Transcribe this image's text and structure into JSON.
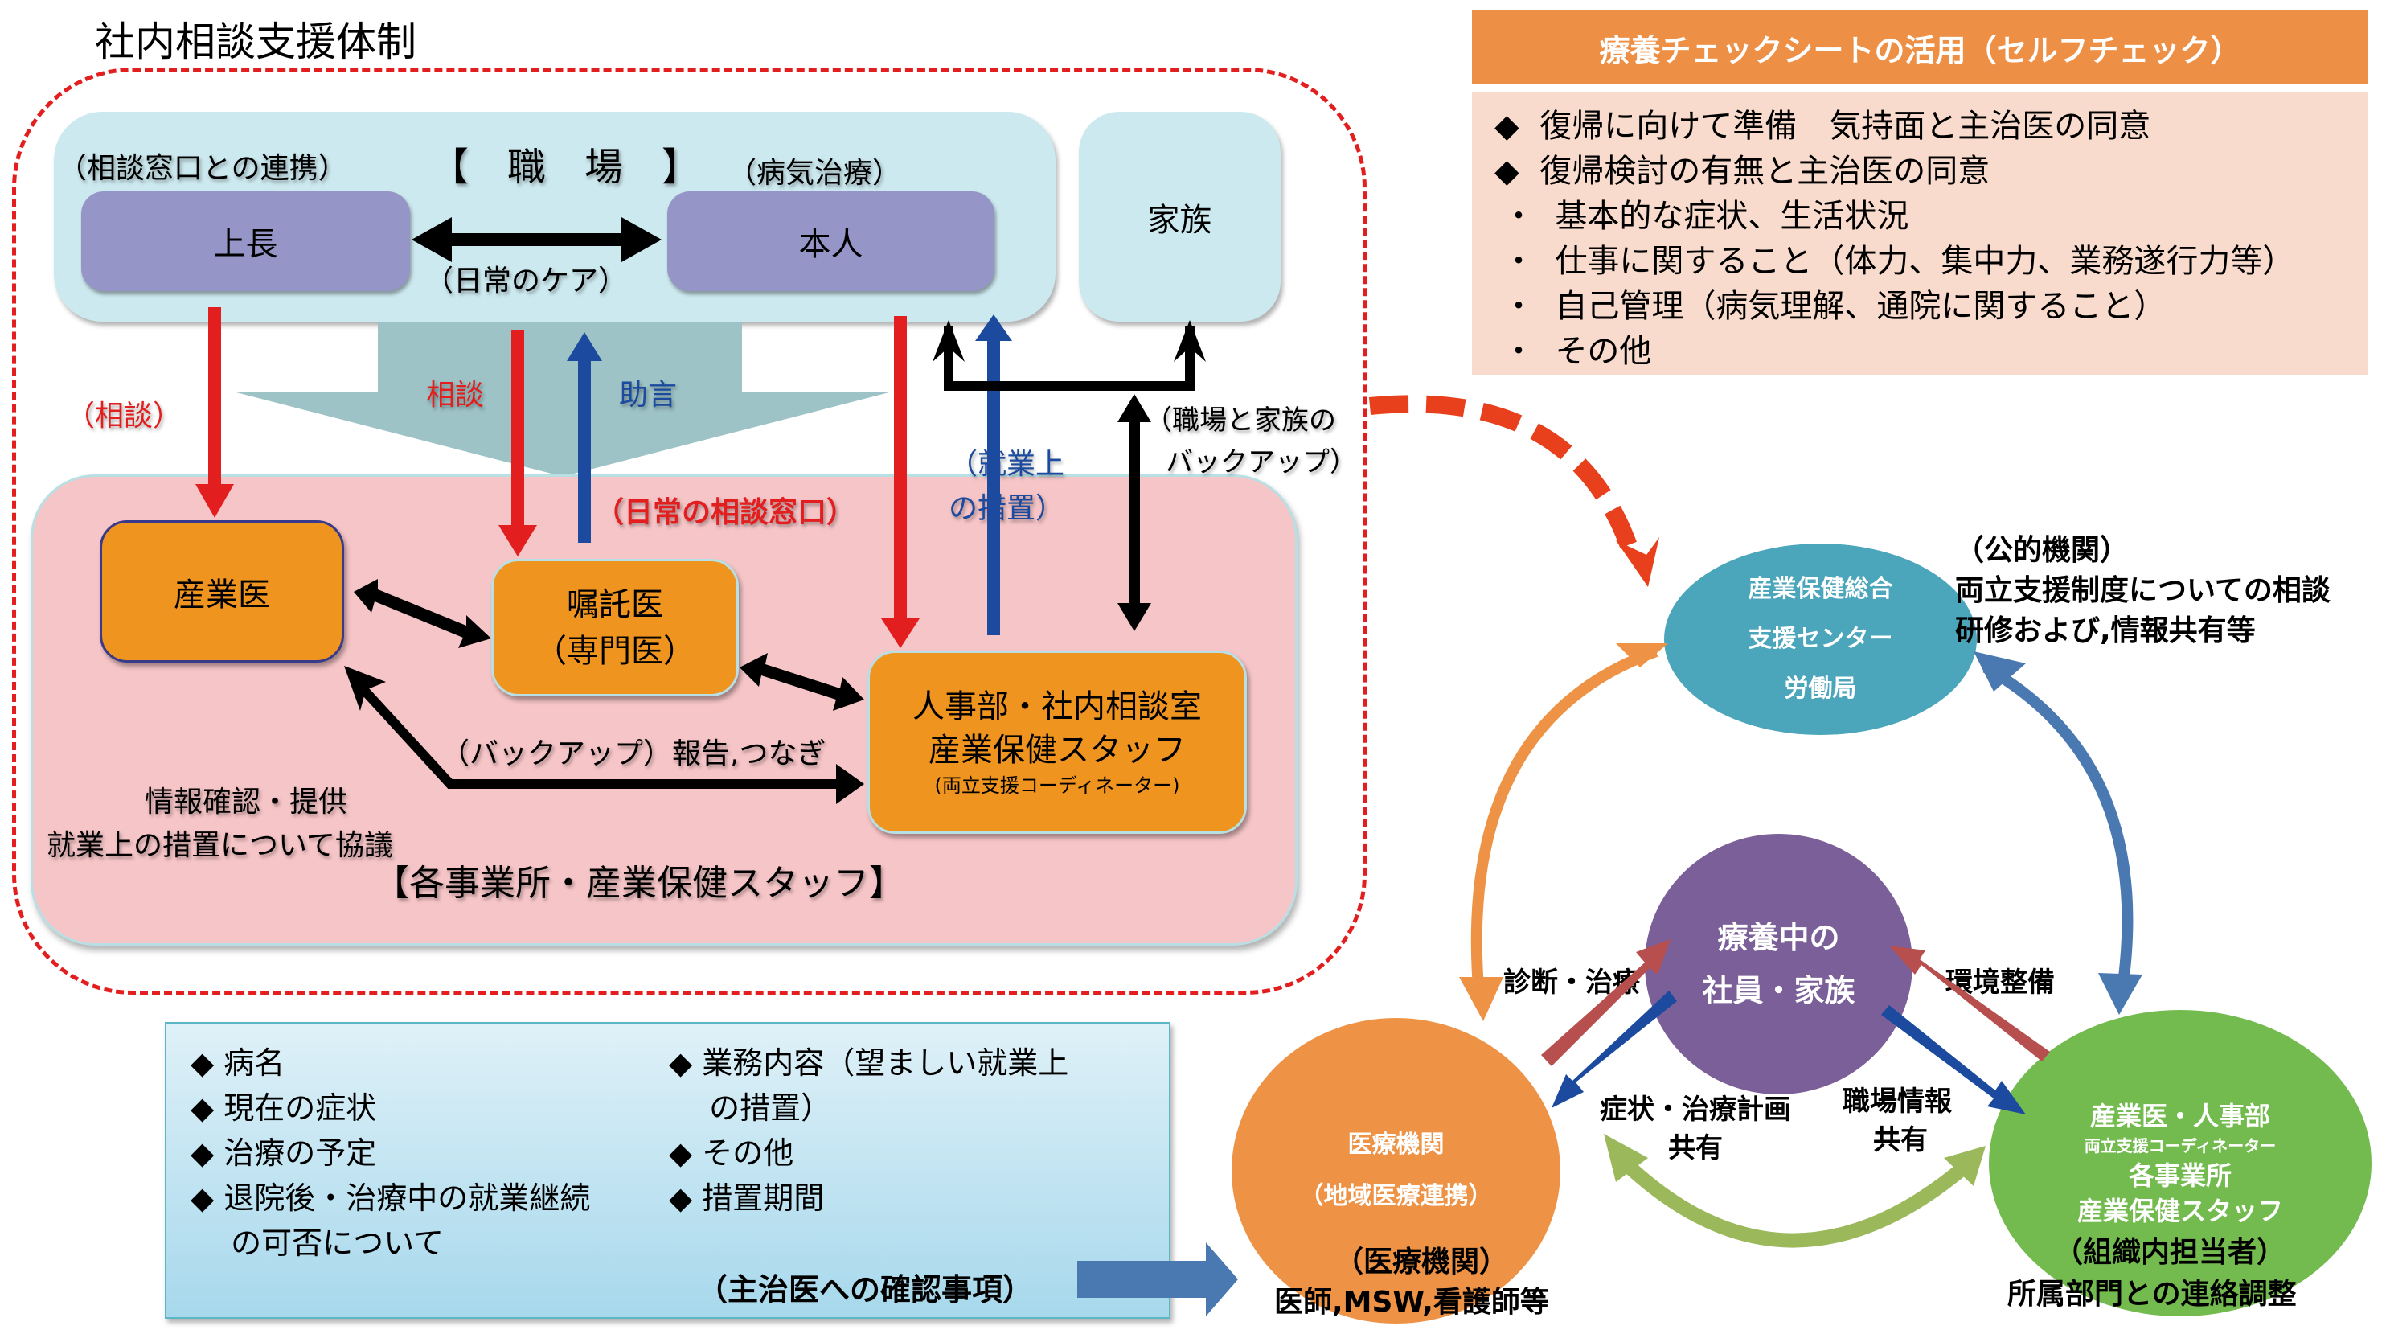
{
  "title": "社内相談支援体制",
  "workplace": {
    "heading": "【　職　場　】",
    "consult_link_label": "（相談窓口との連携）",
    "illness_label": "（病気治療）",
    "boss": "上長",
    "self": "本人",
    "daily_care": "（日常のケア）",
    "family": "家族"
  },
  "arrows": {
    "consult_paren": "（相談）",
    "consult": "相談",
    "advice": "助言",
    "daily_window": "（日常の相談窓口）",
    "work_measures_line1": "（就業上",
    "work_measures_line2": "の措置）",
    "backup_line1": "（職場と家族の",
    "backup_line2": "バックアップ）",
    "backup_report": "（バックアップ）報告,つなぎ",
    "info_line1": "情報確認・提供",
    "info_line2": "就業上の措置について協議"
  },
  "office": {
    "heading": "【各事業所・産業保健スタッフ】",
    "sangyoi": "産業医",
    "shokutaku_line1": "嘱託医",
    "shokutaku_line2": "（専門医）",
    "hr_line1": "人事部・社内相談室",
    "hr_line2": "産業保健スタッフ",
    "hr_line3": "(両立支援コーディネーター)"
  },
  "ryoyo_sheet": {
    "header": "療養チェックシートの活用（セルフチェック）",
    "items": [
      {
        "bullet": "◆",
        "text": "復帰に向けて準備　気持面と主治医の同意"
      },
      {
        "bullet": "◆",
        "text": "復帰検討の有無と主治医の同意"
      },
      {
        "bullet": "・",
        "text": "基本的な症状、生活状況"
      },
      {
        "bullet": "・",
        "text": "仕事に関すること（体力、集中力、業務遂行力等）"
      },
      {
        "bullet": "・",
        "text": "自己管理（病気理解、通院に関すること）"
      },
      {
        "bullet": "・",
        "text": "その他"
      }
    ]
  },
  "doctor_checklist": {
    "left_items": [
      "◆ 病名",
      "◆ 現在の症状",
      "◆ 治療の予定",
      "◆ 退院後・治療中の就業継続",
      "　 の可否について"
    ],
    "right_items": [
      "◆ 業務内容（望ましい就業上",
      "　 の措置）",
      "◆ その他",
      "◆ 措置期間"
    ],
    "footer": "（主治医への確認事項）"
  },
  "cycle": {
    "center_support": {
      "line1": "産業保健総合",
      "line2": "支援センター",
      "line3": "労働局"
    },
    "public_note": {
      "line1": "（公的機関）",
      "line2": "両立支援制度についての相談",
      "line3": "研修および,情報共有等"
    },
    "patient": {
      "line1": "療養中の",
      "line2": "社員・家族"
    },
    "medical": {
      "line1": "医療機関",
      "line2": "（地域医療連携）"
    },
    "company": {
      "line1": "産業医・人事部",
      "line2": "両立支援コーディネーター",
      "line3": "各事業所",
      "line4": "産業保健スタッフ"
    },
    "diag_label": "診断・治療",
    "env_label": "環境整備",
    "symptom_label_line1": "症状・治療計画",
    "symptom_label_line2": "共有",
    "workinfo_label_line1": "職場情報",
    "workinfo_label_line2": "共有",
    "medical_note": {
      "line1": "（医療機関）",
      "line2": "医師,MSW,看護師等"
    },
    "org_note": {
      "line1": "（組織内担当者）",
      "line2": "所属部門との連絡調整"
    }
  },
  "colors": {
    "red_arrow": "#e31e1e",
    "blue_arrow": "#1b4a9e",
    "orange_dashed": "#e8401c",
    "orange_box": "#f09420",
    "purple_box": "#9595c8",
    "teal_circle": "#4ba5bb",
    "purple_circle": "#7a5f98",
    "orange_circle": "#ee9346",
    "green_circle": "#74bb4f"
  }
}
